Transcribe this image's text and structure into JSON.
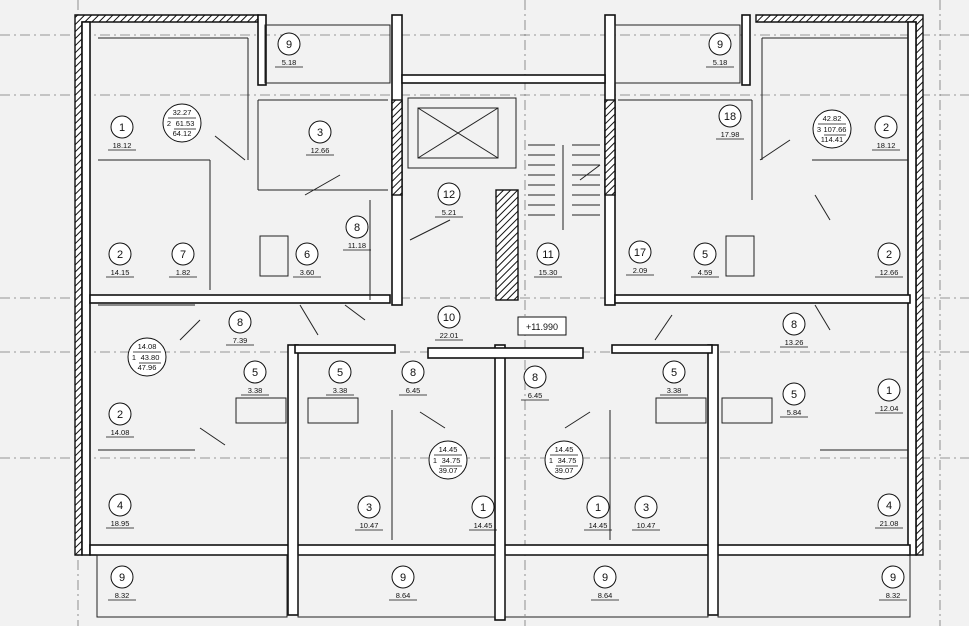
{
  "level_mark": "+11.990",
  "rooms": [
    {
      "id": "r1",
      "num": "1",
      "area": "18.12"
    },
    {
      "id": "r2",
      "num": "2",
      "area": "14.15"
    },
    {
      "id": "r3",
      "num": "3",
      "area": "12.66"
    },
    {
      "id": "r4",
      "num": "7",
      "area": "1.82"
    },
    {
      "id": "r5",
      "num": "6",
      "area": "3.60"
    },
    {
      "id": "r6",
      "num": "8",
      "area": "11.18"
    },
    {
      "id": "r7",
      "num": "9",
      "area": "5.18"
    },
    {
      "id": "r8",
      "num": "12",
      "area": "5.21"
    },
    {
      "id": "r9",
      "num": "11",
      "area": "15.30"
    },
    {
      "id": "r10",
      "num": "9",
      "area": "5.18"
    },
    {
      "id": "r11",
      "num": "18",
      "area": "17.98"
    },
    {
      "id": "r12",
      "num": "17",
      "area": "2.09"
    },
    {
      "id": "r13",
      "num": "5",
      "area": "4.59"
    },
    {
      "id": "r14",
      "num": "2",
      "area": "18.12"
    },
    {
      "id": "r15",
      "num": "2",
      "area": "12.66"
    },
    {
      "id": "r16",
      "num": "8",
      "area": "7.39"
    },
    {
      "id": "r17",
      "num": "10",
      "area": "22.01"
    },
    {
      "id": "r18",
      "num": "8",
      "area": "13.26"
    },
    {
      "id": "r19",
      "num": "5",
      "area": "3.38"
    },
    {
      "id": "r20",
      "num": "5",
      "area": "3.38"
    },
    {
      "id": "r21",
      "num": "8",
      "area": "6.45"
    },
    {
      "id": "r22",
      "num": "8",
      "area": "6.45"
    },
    {
      "id": "r23",
      "num": "5",
      "area": "3.38"
    },
    {
      "id": "r24",
      "num": "5",
      "area": "5.84"
    },
    {
      "id": "r25",
      "num": "2",
      "area": "14.08"
    },
    {
      "id": "r26",
      "num": "1",
      "area": "12.04"
    },
    {
      "id": "r27",
      "num": "4",
      "area": "18.95"
    },
    {
      "id": "r28",
      "num": "3",
      "area": "10.47"
    },
    {
      "id": "r29",
      "num": "1",
      "area": "14.45"
    },
    {
      "id": "r30",
      "num": "1",
      "area": "14.45"
    },
    {
      "id": "r31",
      "num": "3",
      "area": "10.47"
    },
    {
      "id": "r32",
      "num": "4",
      "area": "21.08"
    },
    {
      "id": "r33",
      "num": "9",
      "area": "8.32"
    },
    {
      "id": "r34",
      "num": "9",
      "area": "8.64"
    },
    {
      "id": "r35",
      "num": "9",
      "area": "8.64"
    },
    {
      "id": "r36",
      "num": "9",
      "area": "8.32"
    }
  ],
  "apartments": [
    {
      "id": "a1",
      "living": "32.27",
      "rooms": "2",
      "total": "61.53",
      "total_with_balcony": "64.12"
    },
    {
      "id": "a2",
      "living": "42.82",
      "rooms": "3",
      "total": "107.66",
      "total_with_balcony": "114.41"
    },
    {
      "id": "a3",
      "living": "14.08",
      "rooms": "1",
      "total": "43.80",
      "total_with_balcony": "47.96"
    },
    {
      "id": "a4",
      "living": "14.45",
      "rooms": "1",
      "total": "34.75",
      "total_with_balcony": "39.07"
    },
    {
      "id": "a5",
      "living": "14.45",
      "rooms": "1",
      "total": "34.75",
      "total_with_balcony": "39.07"
    }
  ]
}
